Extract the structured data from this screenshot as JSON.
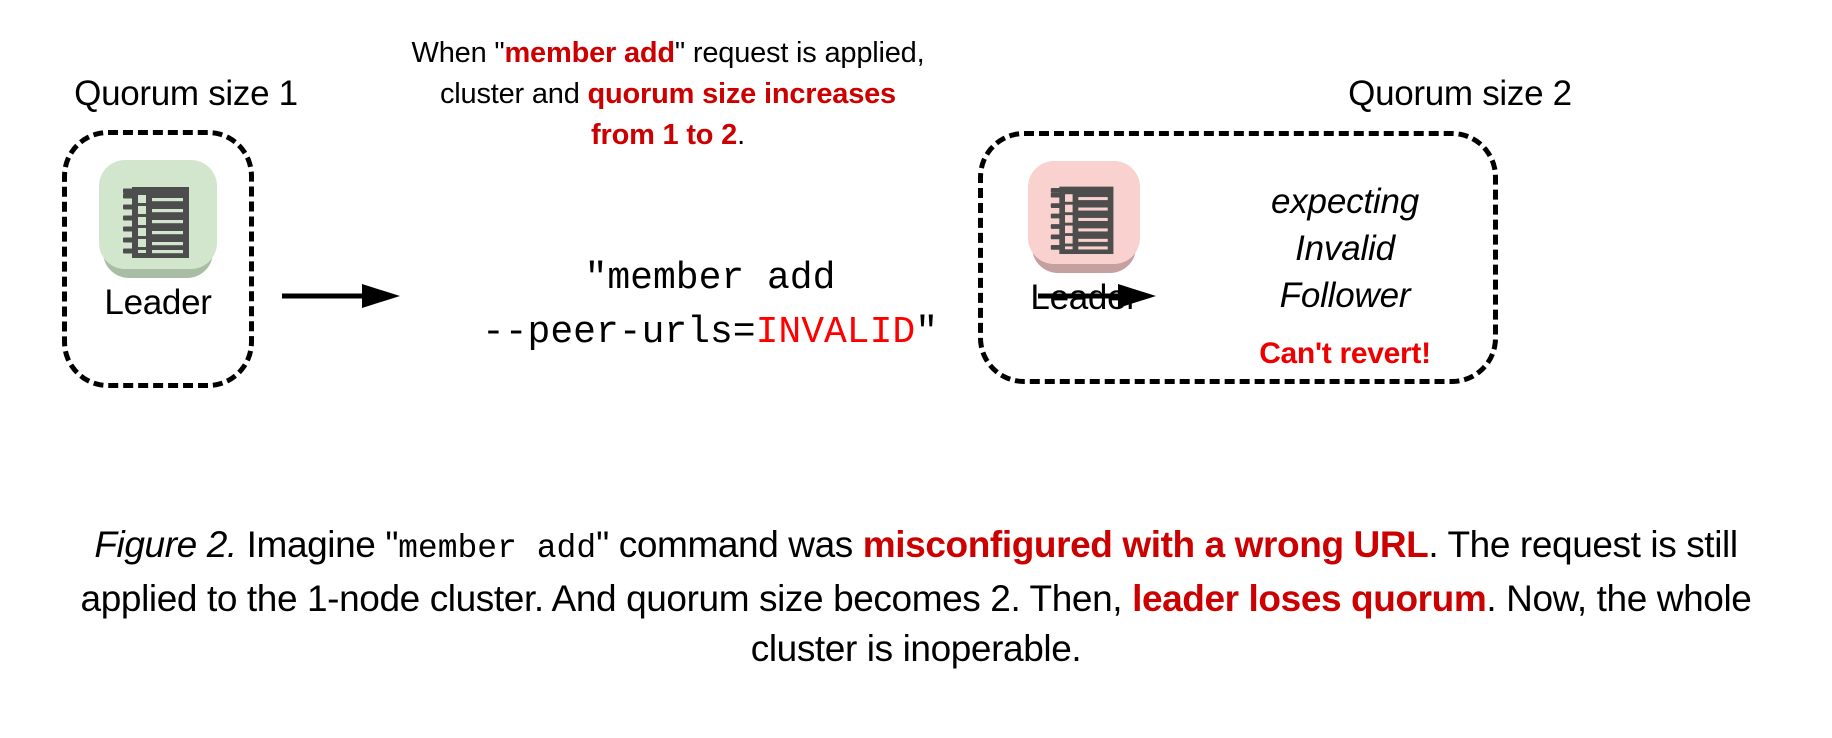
{
  "figure": {
    "top_note": {
      "line1_pre": "When \"",
      "line1_em": "member add",
      "line1_post": "\" request is applied,",
      "line2_pre": "cluster and ",
      "line2_em": "quorum size increases",
      "line3_em": "from 1 to 2",
      "line3_post": "."
    },
    "left_cluster": {
      "title": "Quorum size 1",
      "node_label": "Leader",
      "icon": "server-rack-icon",
      "icon_color": "#d2e6cd"
    },
    "right_cluster": {
      "title": "Quorum size 2",
      "node_label": "Leader",
      "icon": "server-rack-icon",
      "icon_color": "#f9d2d0",
      "status_line_1": "expecting",
      "status_line_2": "Invalid",
      "status_line_3": "Follower",
      "warning": "Can't revert!"
    },
    "command": {
      "line1": "\"member add",
      "line2_pre": "--peer-urls=",
      "line2_em": "INVALID",
      "line2_post": "\""
    },
    "arrows": {
      "arrow_1": "arrow-right-icon",
      "arrow_2": "arrow-right-icon"
    },
    "caption": {
      "label": "Figure 2.",
      "seg1": " Imagine \"",
      "seg_mono": "member add",
      "seg2": "\" command was ",
      "seg_em": "misconfigured with a wrong URL",
      "seg3": ". The request is still applied to the 1-node cluster. And quorum size becomes 2. Then, ",
      "seg_em2": "leader loses quorum",
      "seg4": ". Now, the whole cluster is inoperable."
    },
    "colors": {
      "accent_red": "#cc0000",
      "bright_red": "#ff0000",
      "warning_red": "#ee0000",
      "ink": "#000000",
      "green_tile": "#d2e6cd",
      "pink_tile": "#f9d2d0",
      "icon_body": "#4d4d4d"
    }
  }
}
